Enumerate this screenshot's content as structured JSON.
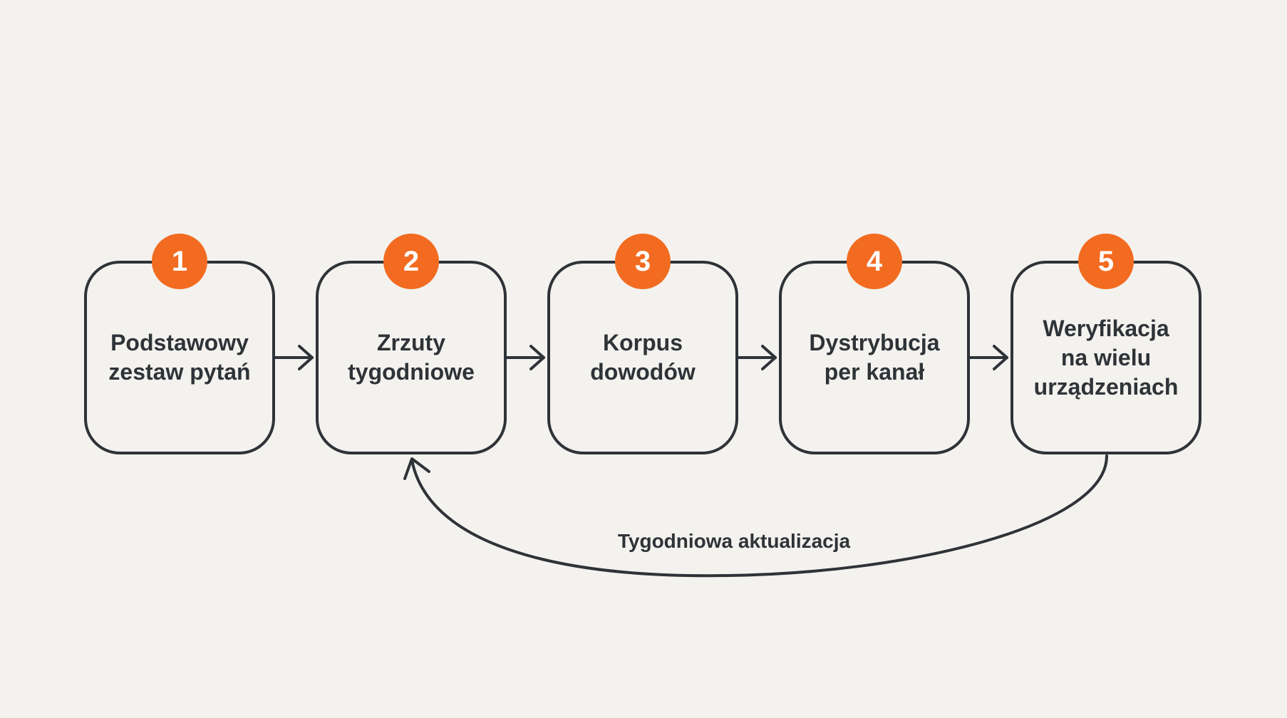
{
  "colors": {
    "background": "#f4f2ee",
    "stroke": "#2e3338",
    "badge": "#f26b21",
    "badge_text": "#ffffff"
  },
  "steps": [
    {
      "number": "1",
      "label": "Podstawowy\nzestaw pytań"
    },
    {
      "number": "2",
      "label": "Zrzuty\ntygodniowe"
    },
    {
      "number": "3",
      "label": "Korpus\ndowodów"
    },
    {
      "number": "4",
      "label": "Dystrybucja\nper kanał"
    },
    {
      "number": "5",
      "label": "Weryfikacja\nna wielu\nurządzeniach"
    }
  ],
  "loop": {
    "label": "Tygodniowa aktualizacja"
  }
}
